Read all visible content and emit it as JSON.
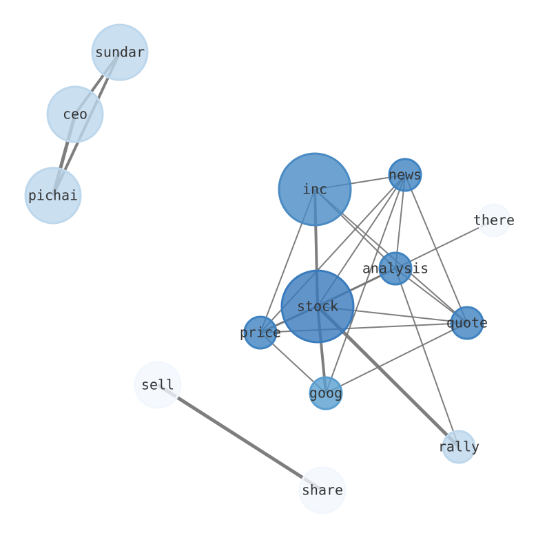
{
  "graph": {
    "nodes": [
      {
        "id": "sundar",
        "label": "sundar",
        "color": "#bdd7ec"
      },
      {
        "id": "ceo",
        "label": "ceo",
        "color": "#bdd7ec"
      },
      {
        "id": "pichai",
        "label": "pichai",
        "color": "#bdd7ec"
      },
      {
        "id": "inc",
        "label": "inc",
        "color": "#4a8bc4"
      },
      {
        "id": "news",
        "label": "news",
        "color": "#3f83c1"
      },
      {
        "id": "there",
        "label": "there",
        "color": "#f2f7fd"
      },
      {
        "id": "analysis",
        "label": "analysis",
        "color": "#3f83c1"
      },
      {
        "id": "stock",
        "label": "stock",
        "color": "#3a7bbd"
      },
      {
        "id": "price",
        "label": "price",
        "color": "#3f83c1"
      },
      {
        "id": "quote",
        "label": "quote",
        "color": "#3f83c1"
      },
      {
        "id": "goog",
        "label": "goog",
        "color": "#5a9fd0"
      },
      {
        "id": "sell",
        "label": "sell",
        "color": "#f2f7fd"
      },
      {
        "id": "rally",
        "label": "rally",
        "color": "#bdd7ec"
      },
      {
        "id": "share",
        "label": "share",
        "color": "#f2f7fd"
      }
    ],
    "edges": [
      {
        "source": "sundar",
        "target": "ceo",
        "weight": 2
      },
      {
        "source": "sundar",
        "target": "pichai",
        "weight": 2
      },
      {
        "source": "ceo",
        "target": "pichai",
        "weight": 2.5
      },
      {
        "source": "sell",
        "target": "share",
        "weight": 2.5
      },
      {
        "source": "inc",
        "target": "news",
        "weight": 1
      },
      {
        "source": "inc",
        "target": "stock",
        "weight": 2
      },
      {
        "source": "inc",
        "target": "price",
        "weight": 1
      },
      {
        "source": "inc",
        "target": "quote",
        "weight": 1
      },
      {
        "source": "inc",
        "target": "analysis",
        "weight": 1
      },
      {
        "source": "news",
        "target": "stock",
        "weight": 1
      },
      {
        "source": "news",
        "target": "price",
        "weight": 1
      },
      {
        "source": "news",
        "target": "goog",
        "weight": 1
      },
      {
        "source": "news",
        "target": "analysis",
        "weight": 1
      },
      {
        "source": "news",
        "target": "quote",
        "weight": 1
      },
      {
        "source": "analysis",
        "target": "stock",
        "weight": 1.5
      },
      {
        "source": "analysis",
        "target": "quote",
        "weight": 1
      },
      {
        "source": "analysis",
        "target": "there",
        "weight": 1
      },
      {
        "source": "analysis",
        "target": "rally",
        "weight": 1
      },
      {
        "source": "analysis",
        "target": "price",
        "weight": 1
      },
      {
        "source": "stock",
        "target": "goog",
        "weight": 2
      },
      {
        "source": "stock",
        "target": "rally",
        "weight": 2.5
      },
      {
        "source": "stock",
        "target": "quote",
        "weight": 1
      },
      {
        "source": "stock",
        "target": "price",
        "weight": 1.5
      },
      {
        "source": "price",
        "target": "quote",
        "weight": 1
      },
      {
        "source": "price",
        "target": "goog",
        "weight": 1
      },
      {
        "source": "goog",
        "target": "quote",
        "weight": 1
      }
    ]
  }
}
